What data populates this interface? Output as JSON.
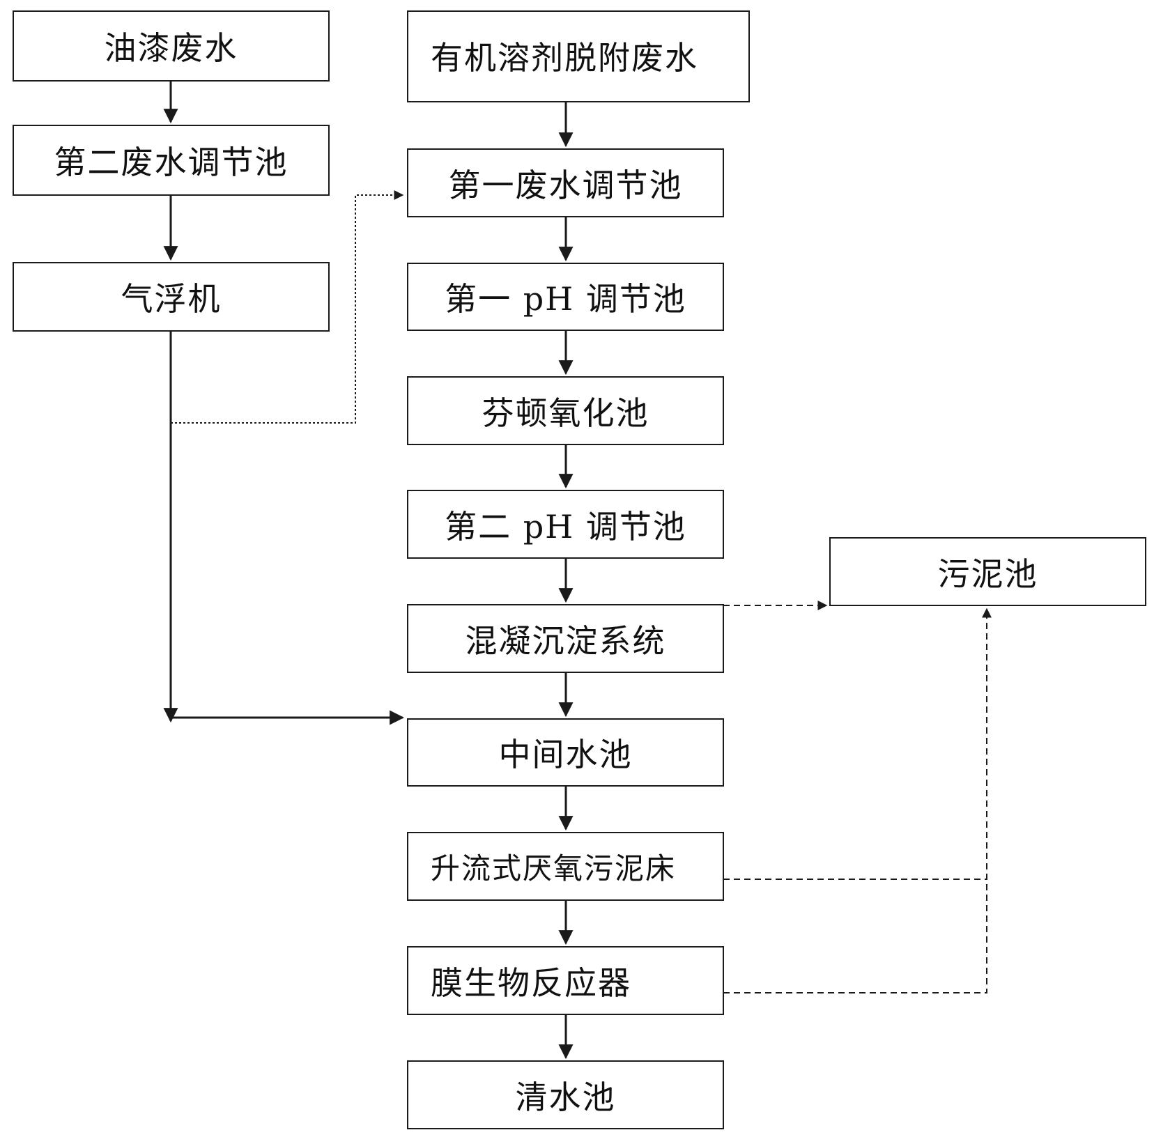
{
  "diagram": {
    "title": "",
    "nodes": {
      "oil_paint_wastewater": "油漆废水",
      "second_wastewater_regulating_tank": "第二废水调节池",
      "air_flotation_machine": "气浮机",
      "organic_solvent_desorption_wastewater": "有机溶剂脱附废水",
      "first_wastewater_regulating_tank": "第一废水调节池",
      "first_ph_regulating_tank": "第一 pH 调节池",
      "fenton_oxidation_tank": "芬顿氧化池",
      "second_ph_regulating_tank": "第二 pH 调节池",
      "coagulation_sedimentation_system": "混凝沉淀系统",
      "intermediate_water_tank": "中间水池",
      "uasb": "升流式厌氧污泥床",
      "membrane_bioreactor": "膜生物反应器",
      "clear_water_tank": "清水池",
      "sludge_tank": "污泥池"
    },
    "edges": [
      {
        "from": "oil_paint_wastewater",
        "to": "second_wastewater_regulating_tank",
        "style": "solid"
      },
      {
        "from": "second_wastewater_regulating_tank",
        "to": "air_flotation_machine",
        "style": "solid"
      },
      {
        "from": "air_flotation_machine",
        "to": "intermediate_water_tank",
        "style": "solid"
      },
      {
        "from": "air_flotation_machine",
        "to": "first_wastewater_regulating_tank",
        "style": "dotted"
      },
      {
        "from": "organic_solvent_desorption_wastewater",
        "to": "first_wastewater_regulating_tank",
        "style": "solid"
      },
      {
        "from": "first_wastewater_regulating_tank",
        "to": "first_ph_regulating_tank",
        "style": "solid"
      },
      {
        "from": "first_ph_regulating_tank",
        "to": "fenton_oxidation_tank",
        "style": "solid"
      },
      {
        "from": "fenton_oxidation_tank",
        "to": "second_ph_regulating_tank",
        "style": "solid"
      },
      {
        "from": "second_ph_regulating_tank",
        "to": "coagulation_sedimentation_system",
        "style": "solid"
      },
      {
        "from": "coagulation_sedimentation_system",
        "to": "intermediate_water_tank",
        "style": "solid"
      },
      {
        "from": "coagulation_sedimentation_system",
        "to": "sludge_tank",
        "style": "dashed"
      },
      {
        "from": "intermediate_water_tank",
        "to": "uasb",
        "style": "solid"
      },
      {
        "from": "uasb",
        "to": "membrane_bioreactor",
        "style": "solid"
      },
      {
        "from": "uasb",
        "to": "sludge_tank",
        "style": "dashed"
      },
      {
        "from": "membrane_bioreactor",
        "to": "sludge_tank",
        "style": "dashed"
      },
      {
        "from": "membrane_bioreactor",
        "to": "clear_water_tank",
        "style": "solid"
      }
    ],
    "colors": {
      "line": "#1a1a1a",
      "background": "#ffffff"
    }
  }
}
